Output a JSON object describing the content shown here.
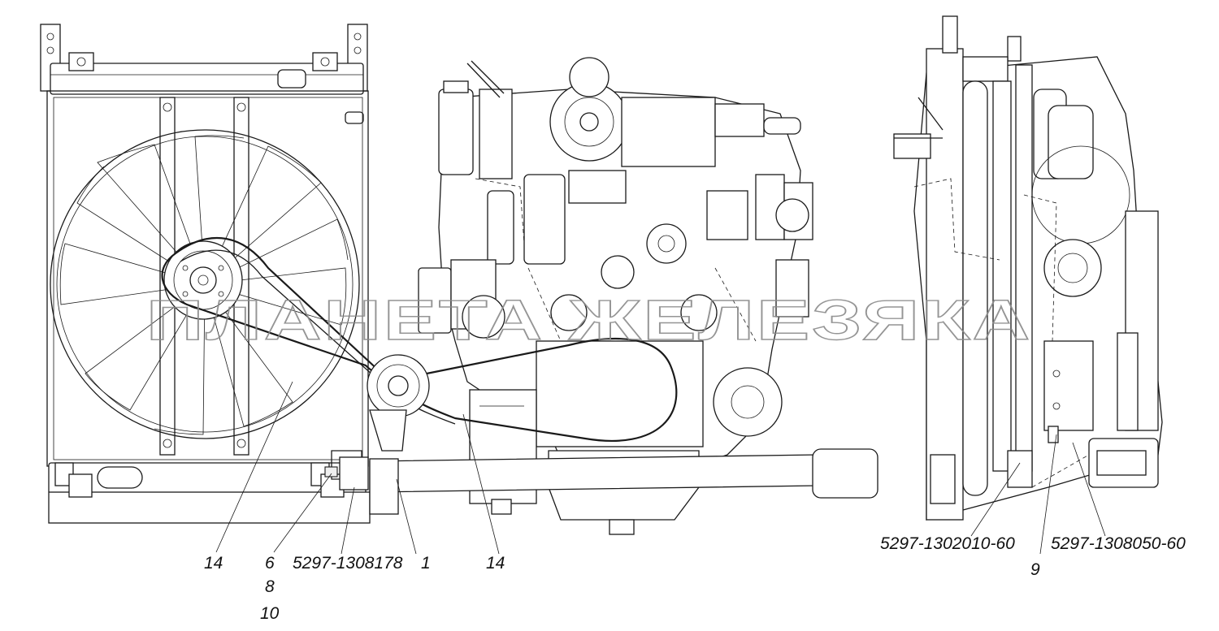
{
  "watermark": "ПЛАНЕТА ЖЕЛЕЗЯКА",
  "callouts": {
    "c14_left": "14",
    "c6": "6",
    "c8": "8",
    "c10": "10",
    "c_5297_1308178": "5297-1308178",
    "c1": "1",
    "c14_right": "14",
    "c_5297_1302010_60": "5297-1302010-60",
    "c9": "9",
    "c_5297_1308050_60": "5297-1308050-60"
  }
}
